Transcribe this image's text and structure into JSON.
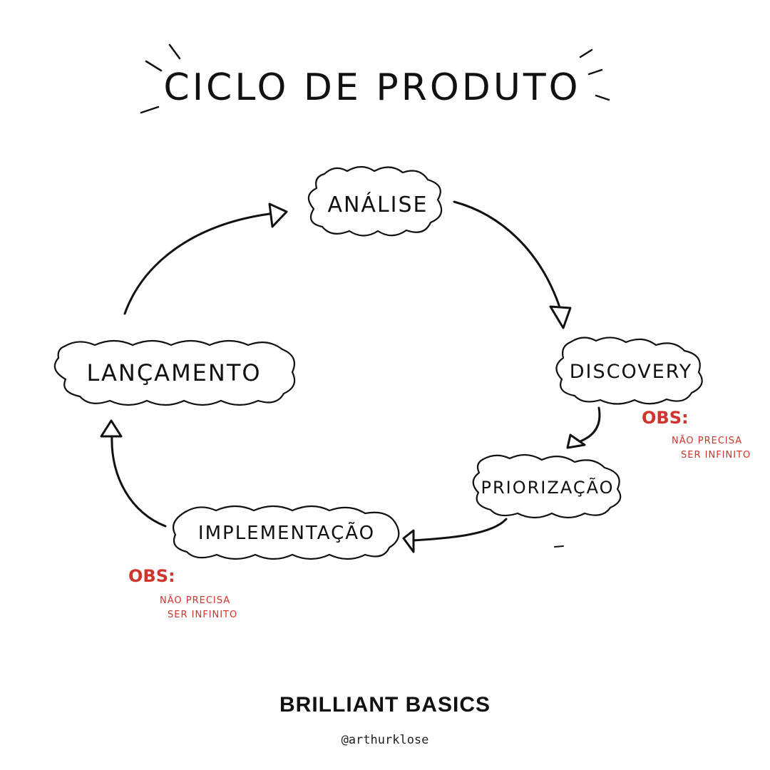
{
  "title": "CICLO DE PRODUTO",
  "nodes": {
    "analise": "ANÁLISE",
    "discovery": "DISCOVERY",
    "priorizacao": "PRIORIZAÇÃO",
    "implementacao": "IMPLEMENTAÇÃO",
    "lancamento": "LANÇAMENTO"
  },
  "notes": [
    {
      "head": "OBS:",
      "line1": "NÃO PRECISA",
      "line2": "SER INFINITO"
    },
    {
      "head": "OBS:",
      "line1": "NÃO PRECISA",
      "line2": "SER INFINITO"
    }
  ],
  "brand": "BRILLIANT BASICS",
  "handle": "@arthurklose",
  "colors": {
    "ink": "#111111",
    "note": "#d0342c",
    "background": "#ffffff"
  }
}
